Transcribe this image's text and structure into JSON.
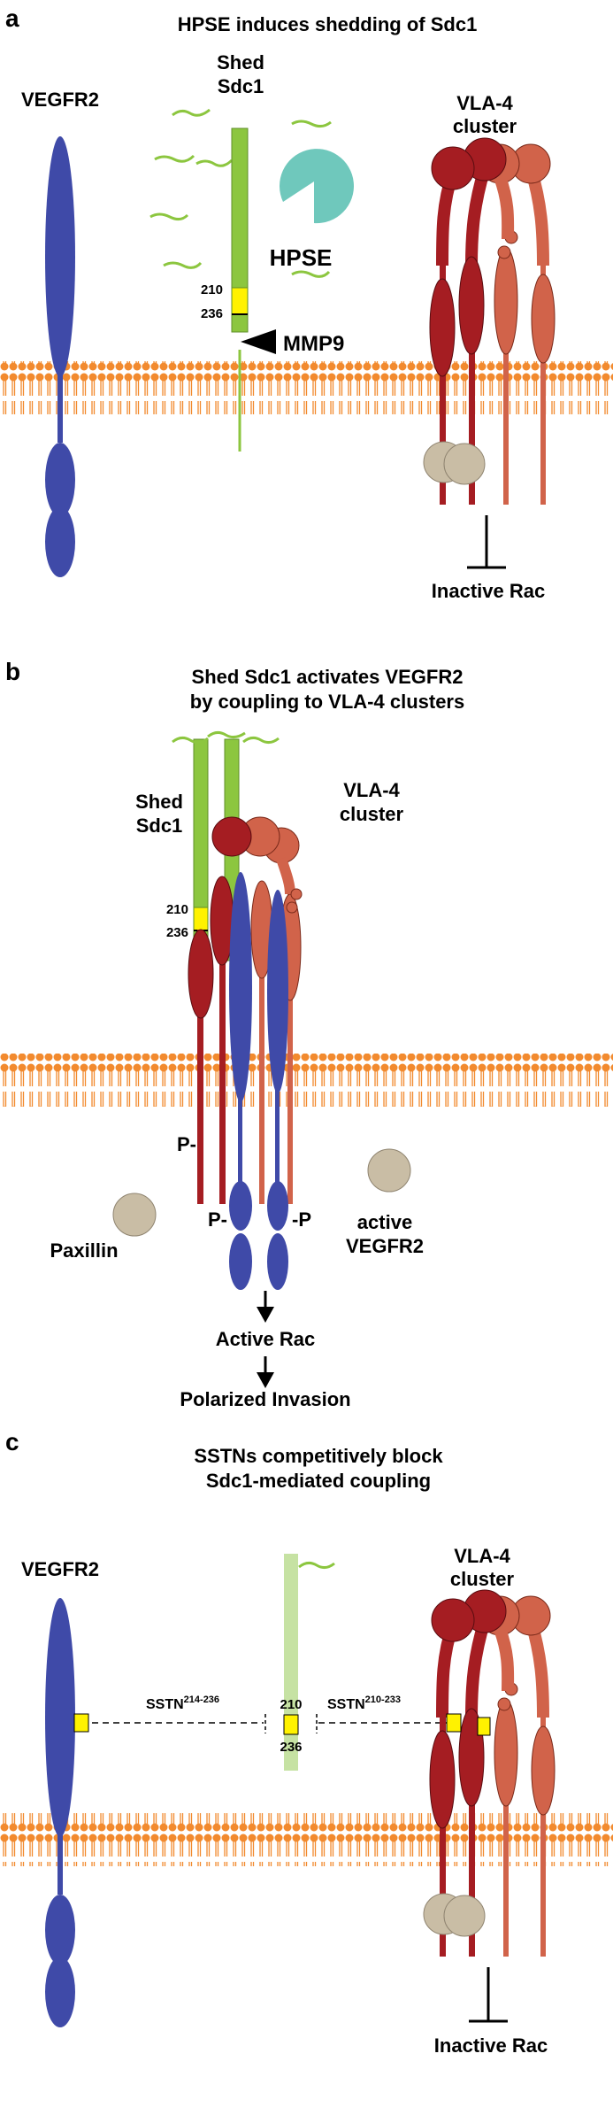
{
  "panel_a": {
    "letter": "a",
    "title": "HPSE induces shedding of Sdc1",
    "vegfr2_label": "VEGFR2",
    "shed_label_1": "Shed",
    "shed_label_2": "Sdc1",
    "hpse_label": "HPSE",
    "site_210": "210",
    "site_236": "236",
    "mmp9_label": "MMP9",
    "vla4_label_1": "VLA-4",
    "vla4_label_2": "cluster",
    "inactive_rac": "Inactive Rac"
  },
  "panel_b": {
    "letter": "b",
    "title_1": "Shed Sdc1 activates VEGFR2",
    "title_2": "by coupling to VLA-4 clusters",
    "shed_label_1": "Shed",
    "shed_label_2": "Sdc1",
    "vla4_label_1": "VLA-4",
    "vla4_label_2": "cluster",
    "site_210": "210",
    "site_236": "236",
    "phospho_1": "P-",
    "phospho_2": "P-",
    "phospho_3": "-P",
    "paxillin_label": "Paxillin",
    "active_vegfr2_1": "active",
    "active_vegfr2_2": "VEGFR2",
    "active_rac": "Active Rac",
    "polarized_invasion": "Polarized Invasion"
  },
  "panel_c": {
    "letter": "c",
    "title_1": "SSTNs competitively block",
    "title_2": "Sdc1-mediated coupling",
    "vegfr2_label": "VEGFR2",
    "vla4_label_1": "VLA-4",
    "vla4_label_2": "cluster",
    "sstn_left": "SSTN",
    "sstn_left_sup": "214-236",
    "sstn_right": "SSTN",
    "sstn_right_sup": "210-233",
    "site_210": "210",
    "site_236": "236",
    "inactive_rac": "Inactive Rac"
  },
  "colors": {
    "vegfr2": "#3f4aa8",
    "integrin_dark": "#a51d22",
    "integrin_light": "#d1634a",
    "sdc1_green": "#8cc63f",
    "sdc1_faded": "#c6e2a3",
    "hpse_teal": "#6fc8bc",
    "site_yellow": "#fff200",
    "membrane_orange": "#f28a2e",
    "paxillin_tan": "#c9bda5"
  }
}
